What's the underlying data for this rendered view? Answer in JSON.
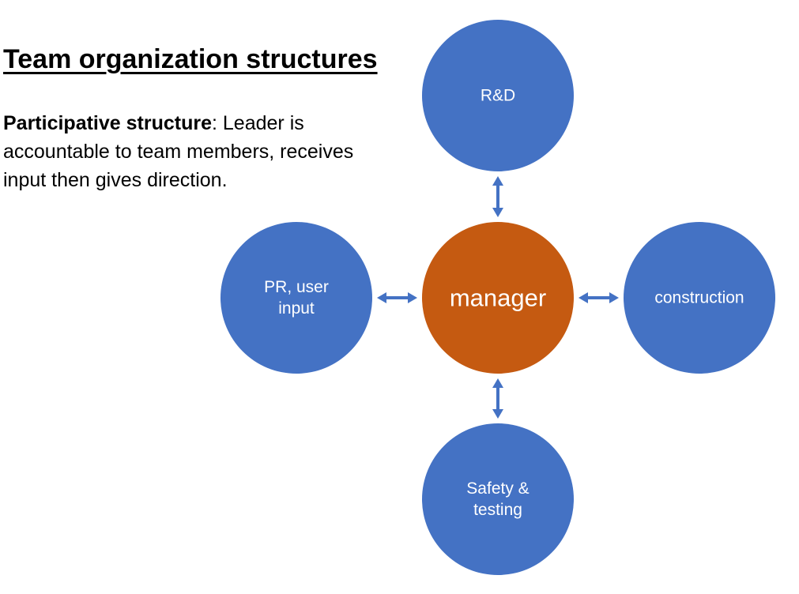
{
  "slide": {
    "title": "Team organization structures",
    "description": {
      "term": "Participative structure",
      "separator": ":",
      "text": " Leader is accountable to team members, receives input then gives direction."
    }
  },
  "diagram": {
    "colors": {
      "outer_node": "#4472C4",
      "center_node": "#C55A11",
      "arrow": "#4472C4",
      "label": "#FFFFFF"
    },
    "center": {
      "label_lines": [
        "manager"
      ]
    },
    "nodes": {
      "top": {
        "label_lines": [
          "R&D"
        ]
      },
      "left": {
        "label_lines": [
          "PR, user",
          "input"
        ]
      },
      "right": {
        "label_lines": [
          "construction"
        ]
      },
      "bottom": {
        "label_lines": [
          "Safety &",
          "testing"
        ]
      }
    },
    "arrows": [
      "top",
      "left",
      "right",
      "bottom"
    ],
    "arrow_style": "double-headed"
  }
}
